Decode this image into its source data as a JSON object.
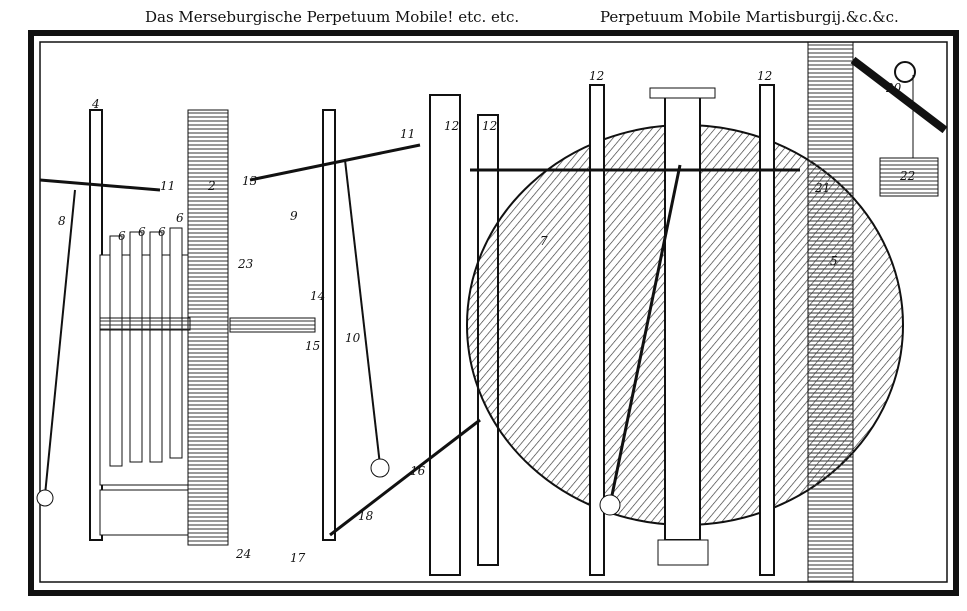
{
  "captions": {
    "left": "Das Merseburgische Perpetuum Mobile! etc. etc.",
    "right": "Perpetuum Mobile Martisburgij.&c.&c."
  },
  "labels": [
    "4",
    "2",
    "6",
    "6",
    "6",
    "6",
    "8",
    "9",
    "10",
    "11",
    "11",
    "13",
    "14",
    "15",
    "16",
    "17",
    "18",
    "24",
    "12",
    "12",
    "12",
    "12",
    "7",
    "5",
    "20",
    "22",
    "21",
    "23"
  ]
}
